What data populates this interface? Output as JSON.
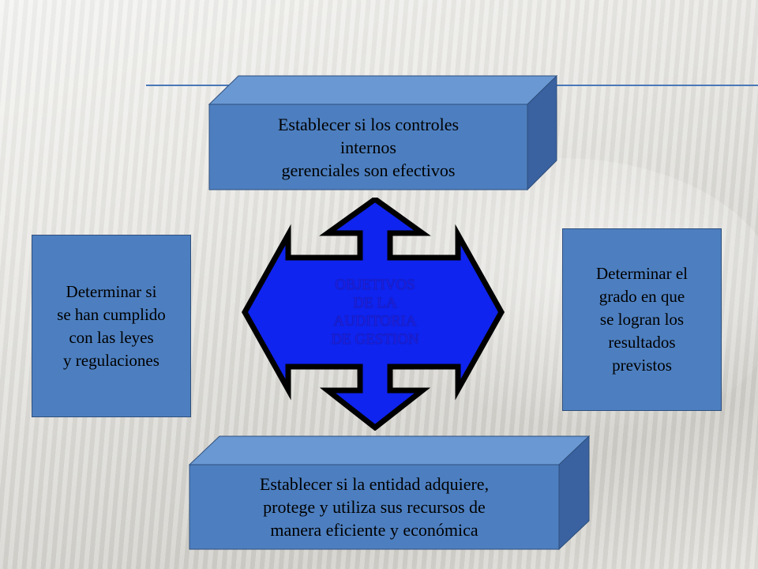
{
  "diagram": {
    "center": {
      "label": "OBJETIVOS\nDE LA\nAUDITORIA\nDE GESTION"
    },
    "top_box": {
      "text": "Establecer si   los controles\ninternos\ngerenciales  son  efectivos"
    },
    "left_box": {
      "text": "Determinar si\nse han cumplido\ncon las leyes\ny regulaciones"
    },
    "right_box": {
      "text": "Determinar el\ngrado en que\nse  logran los\nresultados\nprevistos"
    },
    "bottom_box": {
      "text": "Establecer si   la entidad adquiere,\nprotege  y utiliza sus  recursos de\nmanera eficiente y económica"
    }
  },
  "colors": {
    "box_front": "#4d7fc0",
    "box_top": "#6a98d2",
    "box_side": "#3a62a0",
    "cross_fill": "#0f24ee",
    "cross_outline": "#000000",
    "center_text": "#2020e0"
  }
}
